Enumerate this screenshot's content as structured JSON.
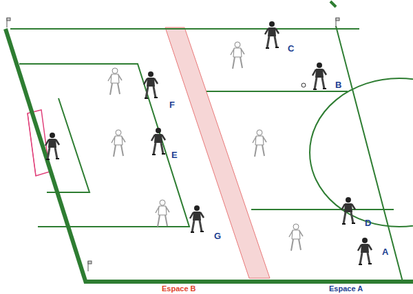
{
  "diagram": {
    "labels": [
      "C",
      "B",
      "F",
      "E",
      "D",
      "G",
      "A",
      "Espace B",
      "Espace A"
    ]
  }
}
